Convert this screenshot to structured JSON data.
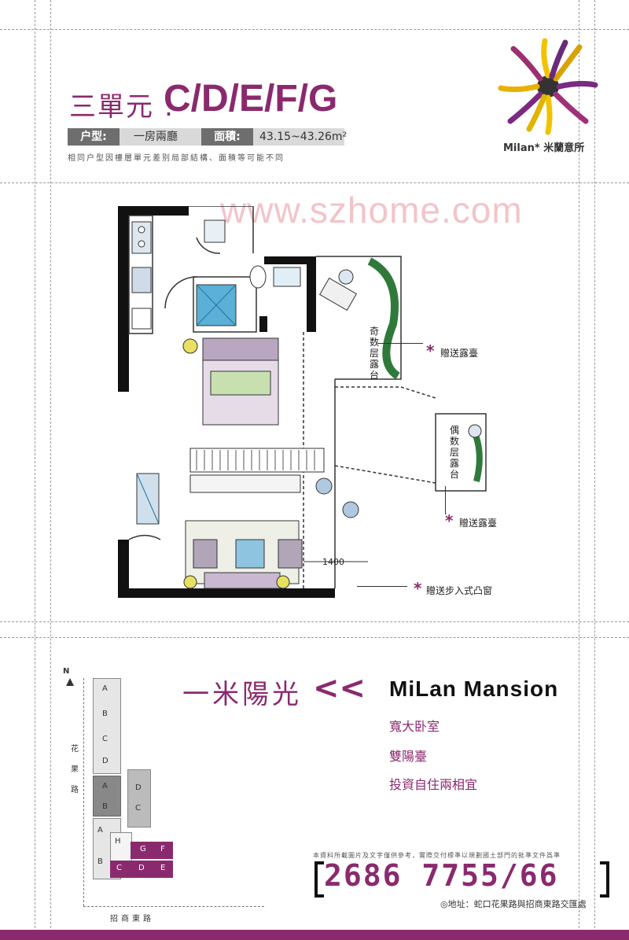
{
  "header": {
    "title_prefix": "三單元 :",
    "title_units": "C/D/E/F/G",
    "type_tag": "户型:",
    "type_value": "一房兩廳",
    "area_tag": "面積:",
    "area_value": "43.15~43.26m²",
    "note": "相同户型因樓層單元差别局部結構、面積等可能不同"
  },
  "watermark": "www.szhome.com",
  "logo": {
    "brand": "Milan* 米蘭意所"
  },
  "floorplan": {
    "odd_terrace": "奇数层露台",
    "even_terrace": "偶数层露台",
    "dimension": "1400"
  },
  "callouts": [
    {
      "star": "*",
      "text": "贈送露臺"
    },
    {
      "star": "*",
      "text": "贈送露臺"
    },
    {
      "star": "*",
      "text": "贈送步入式凸窗"
    }
  ],
  "site_map": {
    "north": "N",
    "road_v": "花果路",
    "road_h": "招商東路",
    "blocks_left": [
      "A",
      "B",
      "C",
      "D",
      "A",
      "B",
      "A",
      "B"
    ],
    "blocks_right": [
      "D",
      "C"
    ],
    "small": [
      "H",
      "C",
      "D",
      "E",
      "G",
      "F"
    ]
  },
  "slogan": {
    "cn": "一米陽光",
    "arrows": "<<",
    "en": "MiLan Mansion"
  },
  "features": [
    "寬大卧室",
    "雙陽臺",
    "投資自住兩相宜"
  ],
  "footer": {
    "disclaimer": "本資料所載圖片及文字僅供參考，實際交付標準以規劃國土部門的批準文件爲準",
    "phone": "2686 7755/66",
    "address": "◎地址：蛇口花果路與招商東路交匯處"
  },
  "colors": {
    "accent": "#8a2a6e",
    "grey_tag": "#6e6e6e"
  }
}
